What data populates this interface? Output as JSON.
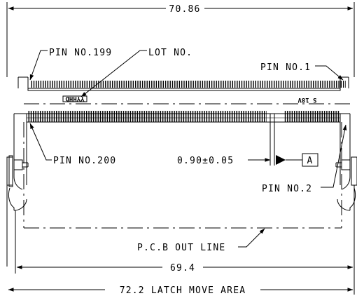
{
  "dimensions": {
    "overall_width": "70.86",
    "pcb_width": "69.4",
    "latch_move_area": "72.2 LATCH MOVE AREA",
    "offset": "0.90±0.05"
  },
  "labels": {
    "pin_199": "PIN NO.199",
    "lot_no": "LOT NO.",
    "pin_1": "PIN NO.1",
    "pin_200": "PIN NO.200",
    "pin_2": "PIN NO.2",
    "pcb_outline": "P.C.B OUT LINE",
    "datum": "A"
  },
  "markings": {
    "part_mark": "S 18V",
    "lot_code": "YYHHD"
  }
}
